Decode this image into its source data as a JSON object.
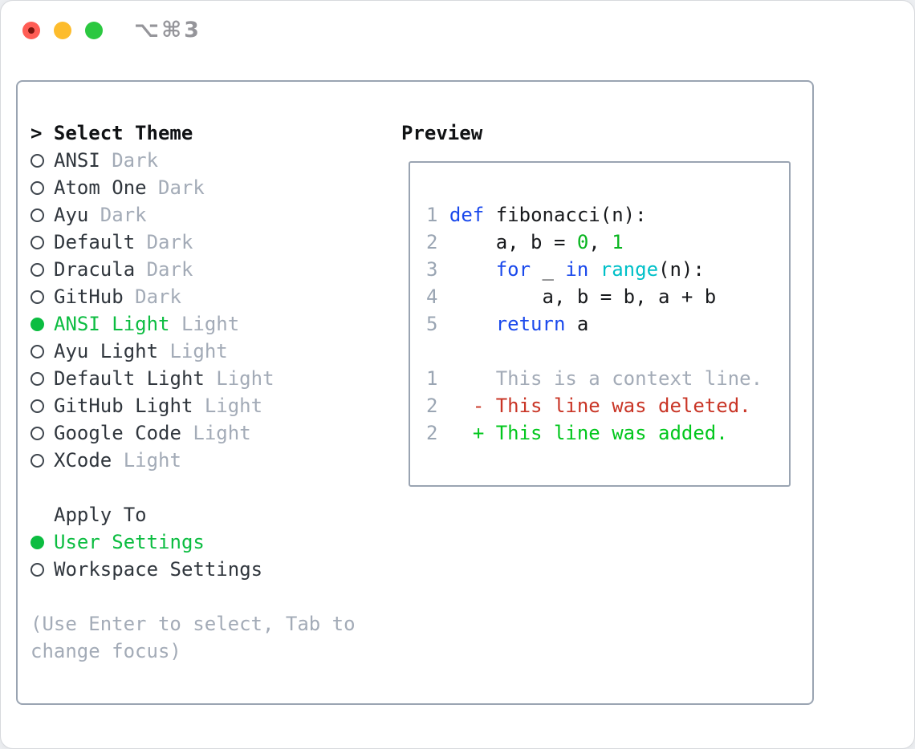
{
  "window": {
    "title_shortcut": "⌥⌘3"
  },
  "theme_panel": {
    "header_prefix": "> ",
    "header": "Select Theme",
    "themes": [
      {
        "name": "ANSI",
        "variant": "Dark",
        "selected": false
      },
      {
        "name": "Atom One",
        "variant": "Dark",
        "selected": false
      },
      {
        "name": "Ayu",
        "variant": "Dark",
        "selected": false
      },
      {
        "name": "Default",
        "variant": "Dark",
        "selected": false
      },
      {
        "name": "Dracula",
        "variant": "Dark",
        "selected": false
      },
      {
        "name": "GitHub",
        "variant": "Dark",
        "selected": false
      },
      {
        "name": "ANSI Light",
        "variant": "Light",
        "selected": true
      },
      {
        "name": "Ayu Light",
        "variant": "Light",
        "selected": false
      },
      {
        "name": "Default Light",
        "variant": "Light",
        "selected": false
      },
      {
        "name": "GitHub Light",
        "variant": "Light",
        "selected": false
      },
      {
        "name": "Google Code",
        "variant": "Light",
        "selected": false
      },
      {
        "name": "XCode",
        "variant": "Light",
        "selected": false
      }
    ],
    "apply_to": {
      "header": "Apply To",
      "options": [
        {
          "label": "User Settings",
          "selected": true
        },
        {
          "label": "Workspace Settings",
          "selected": false
        }
      ]
    },
    "help_lines": [
      "(Use Enter to select, Tab to",
      "change focus)"
    ]
  },
  "preview_panel": {
    "header": "Preview",
    "lines": [
      {
        "kind": "code-line",
        "tokens": [
          {
            "style": "num",
            "text": "1 "
          },
          {
            "style": "kw",
            "text": "def"
          },
          {
            "style": "plain",
            "text": " fibonacci(n):"
          }
        ]
      },
      {
        "kind": "code-line",
        "tokens": [
          {
            "style": "num",
            "text": "2"
          },
          {
            "style": "plain",
            "text": "     a, b = "
          },
          {
            "style": "lit",
            "text": "0"
          },
          {
            "style": "plain",
            "text": ", "
          },
          {
            "style": "lit",
            "text": "1"
          }
        ]
      },
      {
        "kind": "code-line",
        "tokens": [
          {
            "style": "num",
            "text": "3"
          },
          {
            "style": "plain",
            "text": "     "
          },
          {
            "style": "kw",
            "text": "for"
          },
          {
            "style": "plain",
            "text": " _ "
          },
          {
            "style": "kw",
            "text": "in"
          },
          {
            "style": "plain",
            "text": " "
          },
          {
            "style": "fn",
            "text": "range"
          },
          {
            "style": "plain",
            "text": "(n):"
          }
        ]
      },
      {
        "kind": "code-line",
        "tokens": [
          {
            "style": "num",
            "text": "4"
          },
          {
            "style": "plain",
            "text": "         a, b = b, a + b"
          }
        ]
      },
      {
        "kind": "code-line",
        "tokens": [
          {
            "style": "num",
            "text": "5"
          },
          {
            "style": "plain",
            "text": "     "
          },
          {
            "style": "kw",
            "text": "return"
          },
          {
            "style": "plain",
            "text": " a"
          }
        ]
      },
      {
        "kind": "blank-line",
        "tokens": []
      },
      {
        "kind": "diff-context-line",
        "tokens": [
          {
            "style": "num",
            "text": "1"
          },
          {
            "style": "ctx",
            "text": "     This is a context line."
          }
        ]
      },
      {
        "kind": "diff-deleted-line",
        "tokens": [
          {
            "style": "num",
            "text": "2"
          },
          {
            "style": "plain",
            "text": "   "
          },
          {
            "style": "del",
            "text": "- This line was deleted."
          }
        ]
      },
      {
        "kind": "diff-added-line",
        "tokens": [
          {
            "style": "num",
            "text": "2"
          },
          {
            "style": "plain",
            "text": "   "
          },
          {
            "style": "add",
            "text": "+ This line was added."
          }
        ]
      }
    ]
  },
  "colors": {
    "accent_green": "#0cbd41",
    "code_blue": "#1a49ec",
    "code_cyan": "#00c0c8",
    "code_number_green": "#09b520",
    "diff_red": "#c93526",
    "diff_add_green": "#02c71d",
    "muted_gray": "#a3abb7",
    "line_number_gray": "#9aa5b3",
    "panel_border": "#9aa4b2",
    "text_primary": "#30363d",
    "window_title_gray": "#95959a",
    "traffic_red": "#ff5d55",
    "traffic_yellow": "#fdbc2c",
    "traffic_green": "#2bc840"
  }
}
